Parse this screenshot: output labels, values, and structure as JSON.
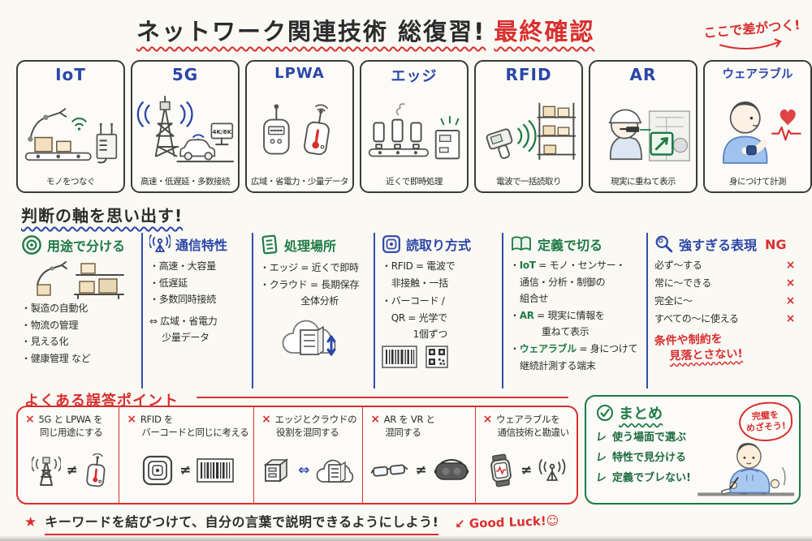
{
  "header": {
    "title_black": "ネットワーク関連技術 総復習!",
    "title_red": "最終確認",
    "corner_note": "ここで差がつく!"
  },
  "marks": {
    "x": "×",
    "star": "★"
  },
  "cards": [
    {
      "title": "IoT",
      "caption": "モノをつなぐ",
      "icon": "iot-conveyor-robot-icon"
    },
    {
      "title": "5G",
      "caption": "高速・低遅延・多数接続",
      "icon": "5g-tower-car-icon",
      "screen_label": "4K/8K"
    },
    {
      "title": "LPWA",
      "caption": "広域・省電力・少量データ",
      "icon": "lpwa-sensors-icon"
    },
    {
      "title": "エッジ",
      "caption": "近くで即時処理",
      "icon": "edge-factory-server-icon"
    },
    {
      "title": "RFID",
      "caption": "電波で一括読取り",
      "icon": "rfid-scanner-shelf-icon"
    },
    {
      "title": "AR",
      "caption": "現実に重ねて表示",
      "icon": "ar-worker-glasses-icon"
    },
    {
      "title": "ウェアラブル",
      "caption": "身につけて計測",
      "icon": "wearable-watch-icon"
    }
  ],
  "judgment": {
    "heading": "判断の軸を思い出す!",
    "columns": [
      {
        "title": "用途で分ける",
        "icon": "target-icon",
        "items": [
          "・製造の自動化",
          "・物流の管理",
          "・見える化",
          "・健康管理 など"
        ]
      },
      {
        "title": "通信特性",
        "icon": "antenna-icon",
        "items": [
          "・高速・大容量",
          "・低遅延",
          "・多数同時接続",
          "⇔ 広域・省電力",
          "　 少量データ"
        ]
      },
      {
        "title": "処理場所",
        "icon": "document-icon",
        "items": [
          "・エッジ = 近くで即時",
          "・クラウド = 長期保存",
          "　　　　 全体分析"
        ]
      },
      {
        "title": "読取り方式",
        "icon": "rfid-tag-icon",
        "items": [
          "・RFID = 電波で",
          "　非接触・一括",
          "・バーコード /",
          "　QR = 光学で",
          "　　　 1個ずつ"
        ]
      },
      {
        "title": "定義で切る",
        "icon": "open-book-icon",
        "seg_items": [
          {
            "b": "・",
            "k": "IoT",
            "r": " = モノ・センサー・"
          },
          {
            "b": "",
            "k": "",
            "r": "通信・分析・制御の"
          },
          {
            "b": "",
            "k": "",
            "r": "組合せ"
          },
          {
            "b": "・",
            "k": "AR",
            "r": " = 現実に情報を"
          },
          {
            "b": "",
            "k": "",
            "r": "　　 重ねて表示"
          },
          {
            "b": "・",
            "k": "ウェアラブル",
            "r": " = 身につけて"
          },
          {
            "b": "",
            "k": "",
            "r": "継続計測する端末"
          }
        ]
      },
      {
        "title": "強すぎる表現",
        "title_suffix": "NG",
        "icon": "magnifier-icon",
        "ng_items": [
          "必ず〜する",
          "常に〜できる",
          "完全に〜",
          "すべての〜に使える"
        ],
        "note_line1": "条件や制約を",
        "note_line2": "見落とさない!"
      }
    ]
  },
  "mistakes": {
    "heading": "よくある誤答ポイント",
    "items": [
      {
        "line1": "5G と LPWA を",
        "line2": "同じ用途にする",
        "relation": "≠",
        "left_icon": "tower-icon",
        "right_icon": "lpwa-device-icon"
      },
      {
        "line1": "RFID を",
        "line2": "バーコードと同じに考える",
        "relation": "≠",
        "left_icon": "rfid-tag-icon",
        "right_icon": "barcode-icon"
      },
      {
        "line1": "エッジとクラウドの",
        "line2": "役割を混同する",
        "relation": "⇔",
        "left_icon": "edge-server-icon",
        "right_icon": "cloud-server-icon"
      },
      {
        "line1": "AR を VR と",
        "line2": "混同する",
        "relation": "≠",
        "left_icon": "ar-glasses-icon",
        "right_icon": "vr-headset-icon"
      },
      {
        "line1": "ウェアラブルを",
        "line2": "通信技術と勘違い",
        "relation": "≠",
        "left_icon": "smartwatch-icon",
        "right_icon": "antenna-icon"
      }
    ]
  },
  "summary": {
    "heading": "まとめ",
    "check_mark": "レ",
    "items": [
      "使う場面で選ぶ",
      "特性で見分ける",
      "定義でブレない!"
    ],
    "bubble_line1": "完璧を",
    "bubble_line2": "めざそう!"
  },
  "footer": {
    "message": "キーワードを結びつけて、自分の言葉で説明できるようにしよう!",
    "arrow": "↙",
    "good_luck": "Good Luck!☺"
  },
  "colors": {
    "blue": "#2b46a8",
    "green": "#1e7a46",
    "red": "#d92f2f",
    "ink": "#2c2c2c",
    "paper": "#faf9f4"
  }
}
